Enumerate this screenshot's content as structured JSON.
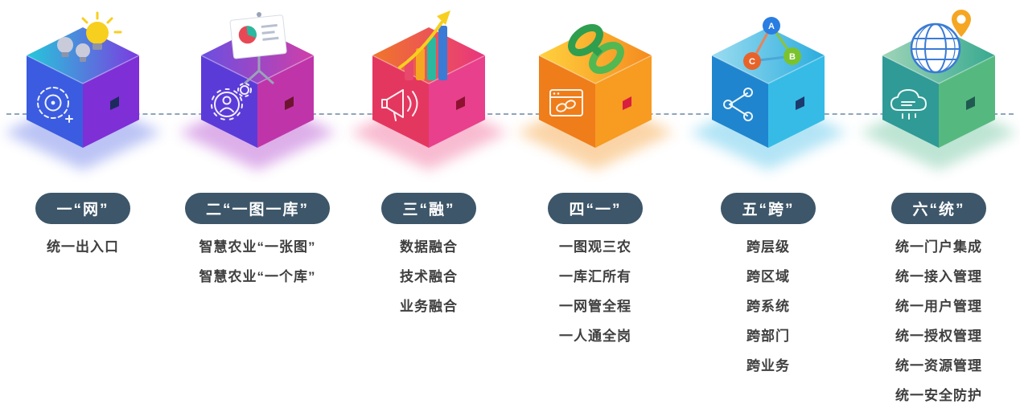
{
  "diagram": {
    "connector_color": "#8fa6bb",
    "pill_bg": "#3d5669",
    "pill_text_color": "#ffffff",
    "item_text_color": "#3f3f3f",
    "columns": [
      {
        "label": "一“网”",
        "items": [
          "统一出入口"
        ],
        "top_icon": "lightbulb-icon",
        "face_icon": "target-icon",
        "cube": {
          "top_from": "#25c8da",
          "top_to": "#7c3be0",
          "left": "#3b5ce0",
          "right": "#7e2fd6",
          "glow": "#6a7de8",
          "notch": "#1d2a5e"
        }
      },
      {
        "label": "二“一图一库”",
        "items": [
          "智慧农业“一张图”",
          "智慧农业“一个库”"
        ],
        "top_icon": "presentation-chart-icon",
        "face_icon": "gear-user-icon",
        "cube": {
          "top_from": "#6a4fe0",
          "top_to": "#d03fa8",
          "left": "#5b3bd8",
          "right": "#bf35a9",
          "glow": "#b44fd0",
          "notch": "#6e1430"
        }
      },
      {
        "label": "三“融”",
        "items": [
          "数据融合",
          "技术融合",
          "业务融合"
        ],
        "top_icon": "bar-chart-icon",
        "face_icon": "megaphone-icon",
        "cube": {
          "top_from": "#f0762a",
          "top_to": "#e8357f",
          "left": "#e4375f",
          "right": "#e8408c",
          "glow": "#f06a9a",
          "notch": "#8e1230"
        }
      },
      {
        "label": "四“一”",
        "items": [
          "一图观三农",
          "一库汇所有",
          "一网管全程",
          "一人通全岗"
        ],
        "top_icon": "chain-link-icon",
        "face_icon": "browser-link-icon",
        "cube": {
          "top_from": "#ffd23e",
          "top_to": "#f58a1f",
          "left": "#ef7d1a",
          "right": "#f79b21",
          "glow": "#f5a23c",
          "notch": "#d81f3f"
        }
      },
      {
        "label": "五“跨”",
        "items": [
          "跨层级",
          "跨区域",
          "跨系统",
          "跨部门",
          "跨业务"
        ],
        "top_icon": "abc-network-icon",
        "face_icon": "share-icon",
        "node_labels": [
          "A",
          "B",
          "C"
        ],
        "cube": {
          "top_from": "#9adcf0",
          "top_to": "#2bacdd",
          "left": "#1f85cf",
          "right": "#35bbe6",
          "glow": "#57c4ea",
          "notch": "#1d3a6e"
        }
      },
      {
        "label": "六“统”",
        "items": [
          "统一门户集成",
          "统一接入管理",
          "统一用户管理",
          "统一授权管理",
          "统一资源管理",
          "统一安全防护"
        ],
        "top_icon": "globe-pin-icon",
        "face_icon": "cloud-icon",
        "cube": {
          "top_from": "#9fd4b8",
          "top_to": "#37a98f",
          "left": "#2f9a96",
          "right": "#55b97f",
          "glow": "#6fc4a0",
          "notch": "#1f5a50"
        }
      }
    ]
  }
}
